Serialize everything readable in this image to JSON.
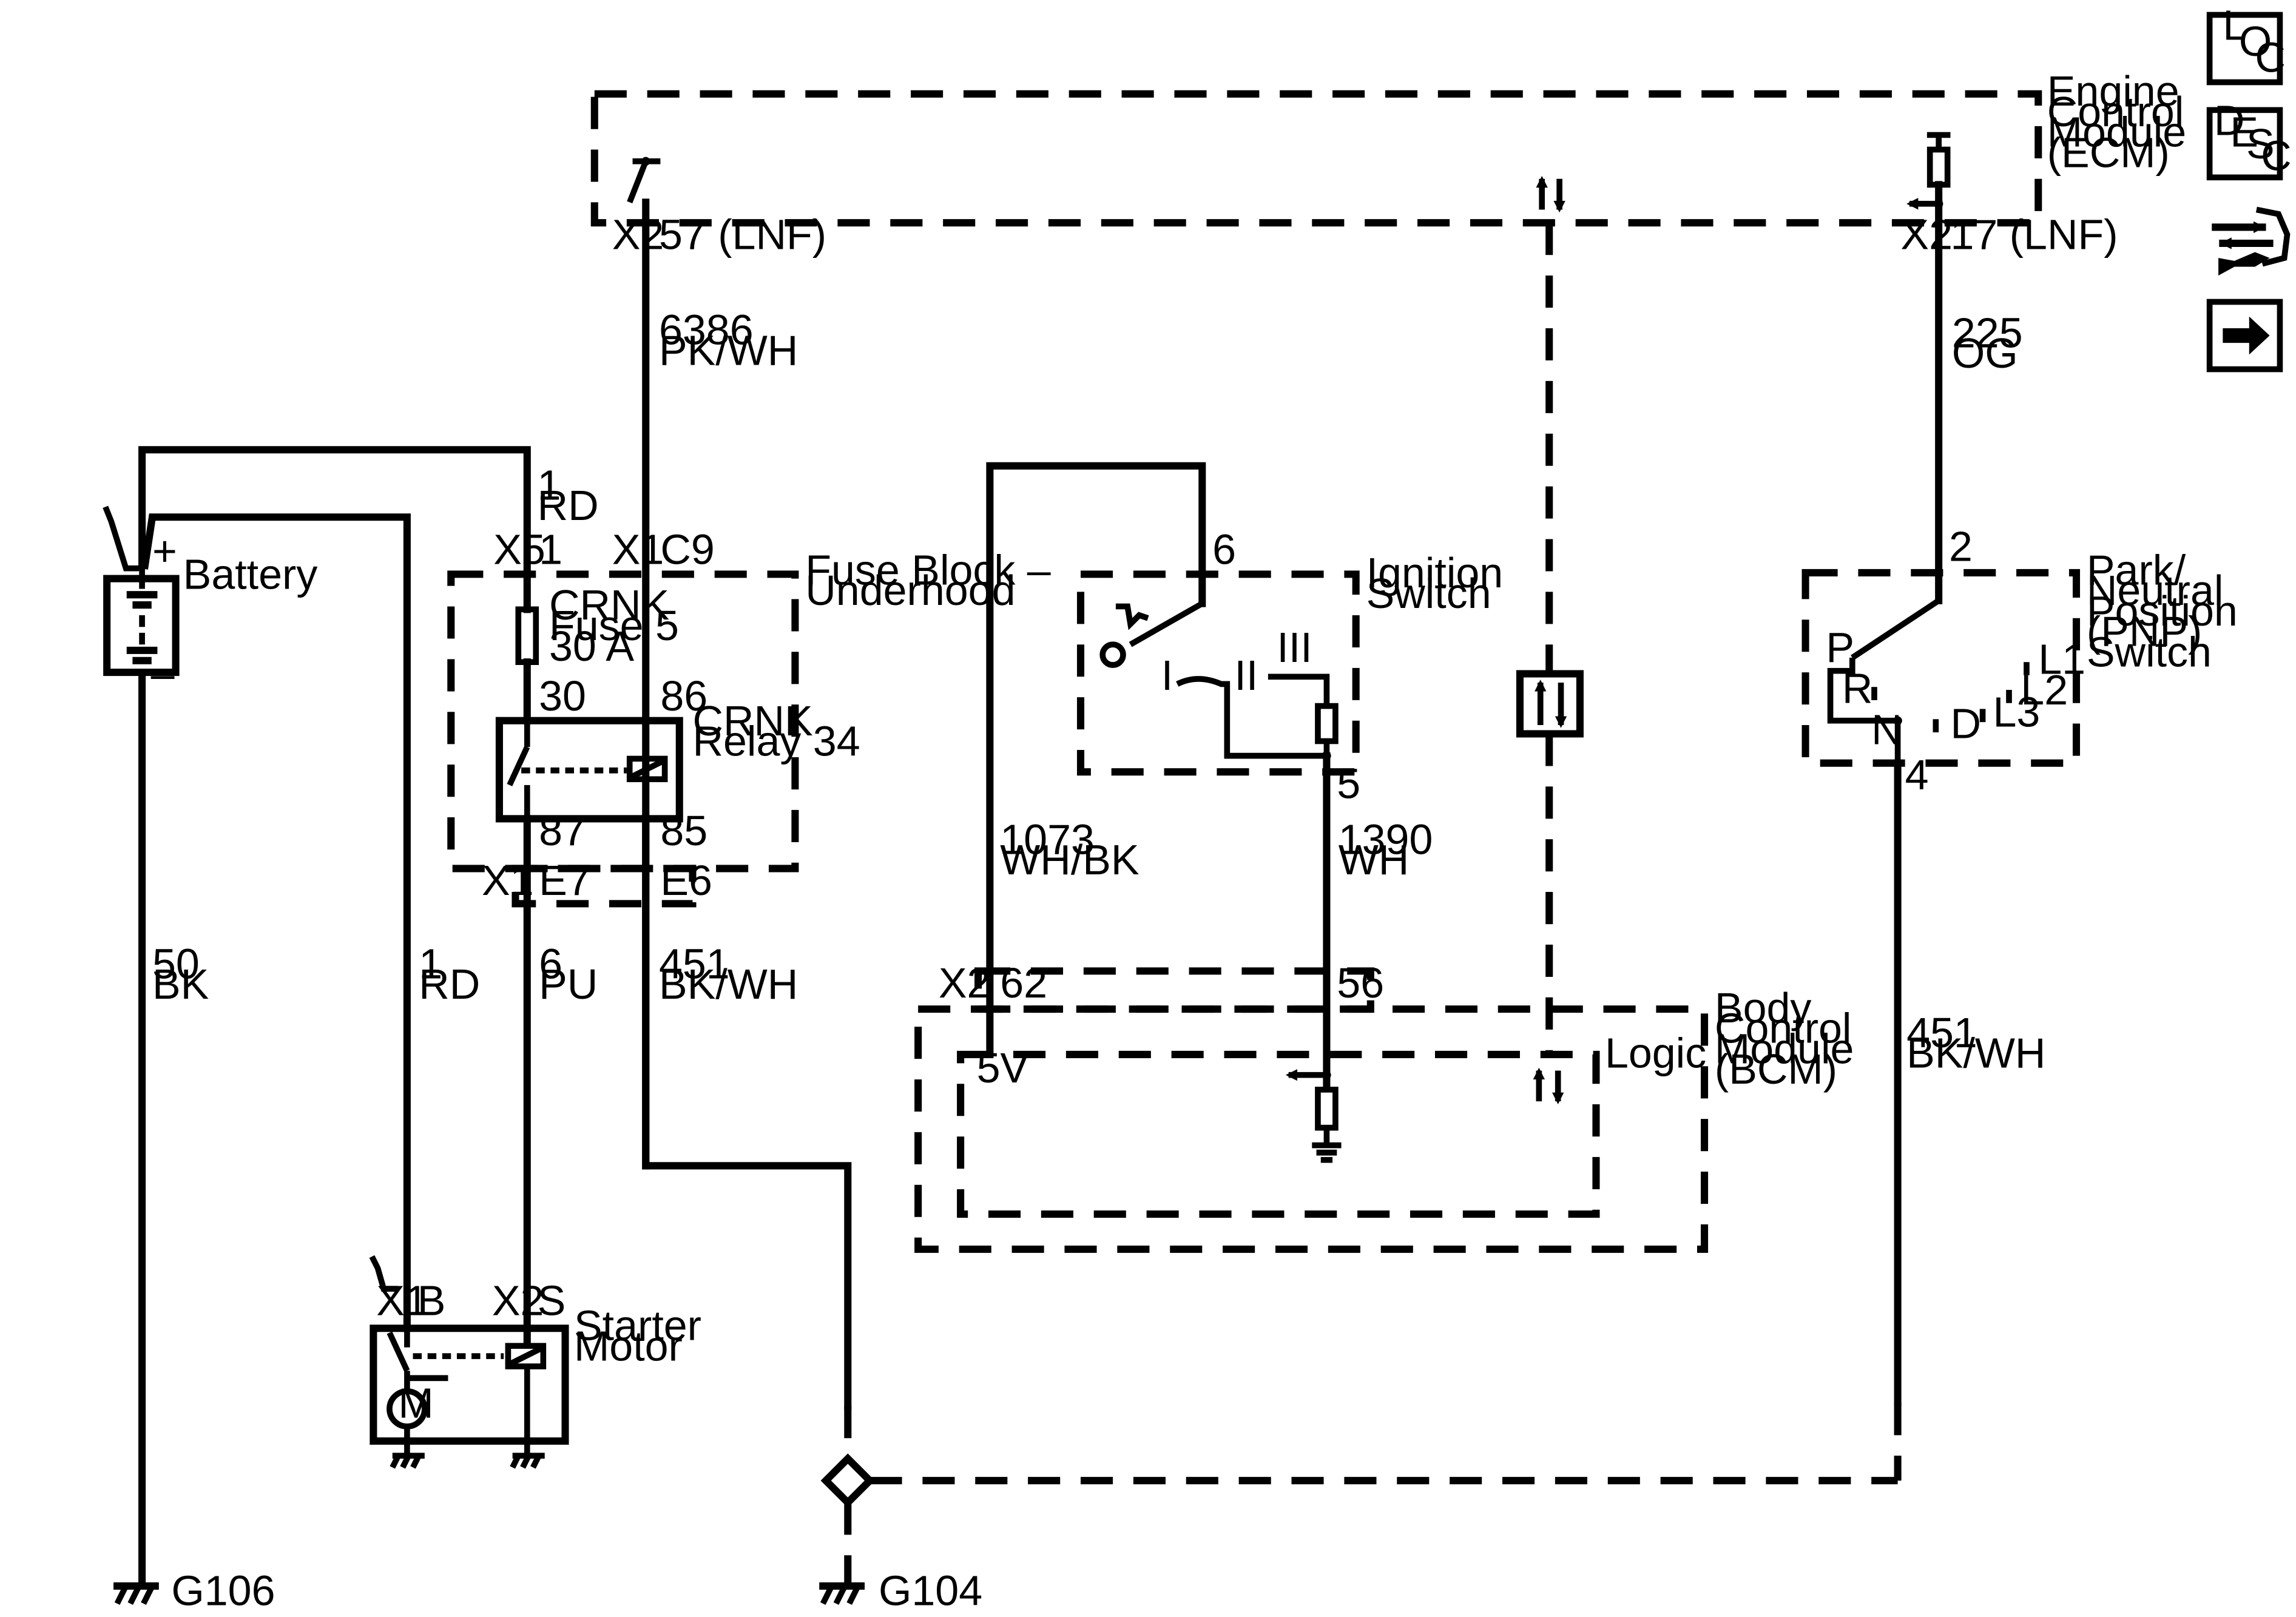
{
  "ecm": {
    "label": [
      "Engine",
      "Control",
      "Module",
      "(ECM)"
    ]
  },
  "ecm_pin_left": {
    "conn": "X2",
    "pin": "57 (LNF)"
  },
  "ecm_pin_right": {
    "conn": "X2",
    "pin": "17 (LNF)"
  },
  "nav": {
    "loc": [
      "L",
      "O",
      "C"
    ],
    "desc": [
      "D",
      "E",
      "S",
      "C"
    ]
  },
  "wires": {
    "w6386": [
      "6386",
      "PK/WH"
    ],
    "w225": [
      "225",
      "OG"
    ],
    "w1_top": [
      "1",
      "RD"
    ],
    "w50": [
      "50",
      "BK"
    ],
    "w1_left": [
      "1",
      "RD"
    ],
    "w6": [
      "6",
      "PU"
    ],
    "w451_left": [
      "451",
      "BK/WH"
    ],
    "w1073": [
      "1073",
      "WH/BK"
    ],
    "w1390": [
      "1390",
      "WH"
    ],
    "w451_right": [
      "451",
      "BK/WH"
    ]
  },
  "battery": {
    "label": "Battery",
    "plus": "+",
    "minus": "–"
  },
  "fuse_block": {
    "label": [
      "Fuse Block –",
      "Underhood"
    ],
    "conn_x5": "X5",
    "pin_x5": "1",
    "conn_x1": "X1",
    "pin_c9": "C9",
    "fuse": [
      "CRNK",
      "Fuse 5",
      "30 A"
    ],
    "relay": [
      "CRNK",
      "Relay 34"
    ],
    "relay_pins": {
      "p30": "30",
      "p86": "86",
      "p87": "87",
      "p85": "85"
    },
    "bottom_conn": {
      "conn": "X1",
      "e7": "E7",
      "e6": "E6"
    }
  },
  "ignition": {
    "label": [
      "Ignition",
      "Switch"
    ],
    "pin6": "6",
    "pin5": "5",
    "pos1": "I",
    "pos2": "II",
    "pos3": "III"
  },
  "pnp": {
    "label": [
      "Park/",
      "Neutral",
      "Position",
      "(PNP)",
      "Switch"
    ],
    "pin2": "2",
    "pin4": "4",
    "positions": [
      "P",
      "R",
      "N",
      "D",
      "L3",
      "L2",
      "L1"
    ]
  },
  "bcm": {
    "label": [
      "Body",
      "Control",
      "Module",
      "(BCM)"
    ],
    "logic": "Logic",
    "conn": "X2",
    "pin62": "62",
    "pin56": "56",
    "v5": "5V"
  },
  "starter": {
    "label": [
      "Starter",
      "Motor"
    ],
    "conn_x1": "X1",
    "pin_b": "B",
    "conn_x2": "X2",
    "pin_s": "S",
    "motor": "M"
  },
  "grounds": {
    "g106": "G106",
    "g104": "G104"
  }
}
